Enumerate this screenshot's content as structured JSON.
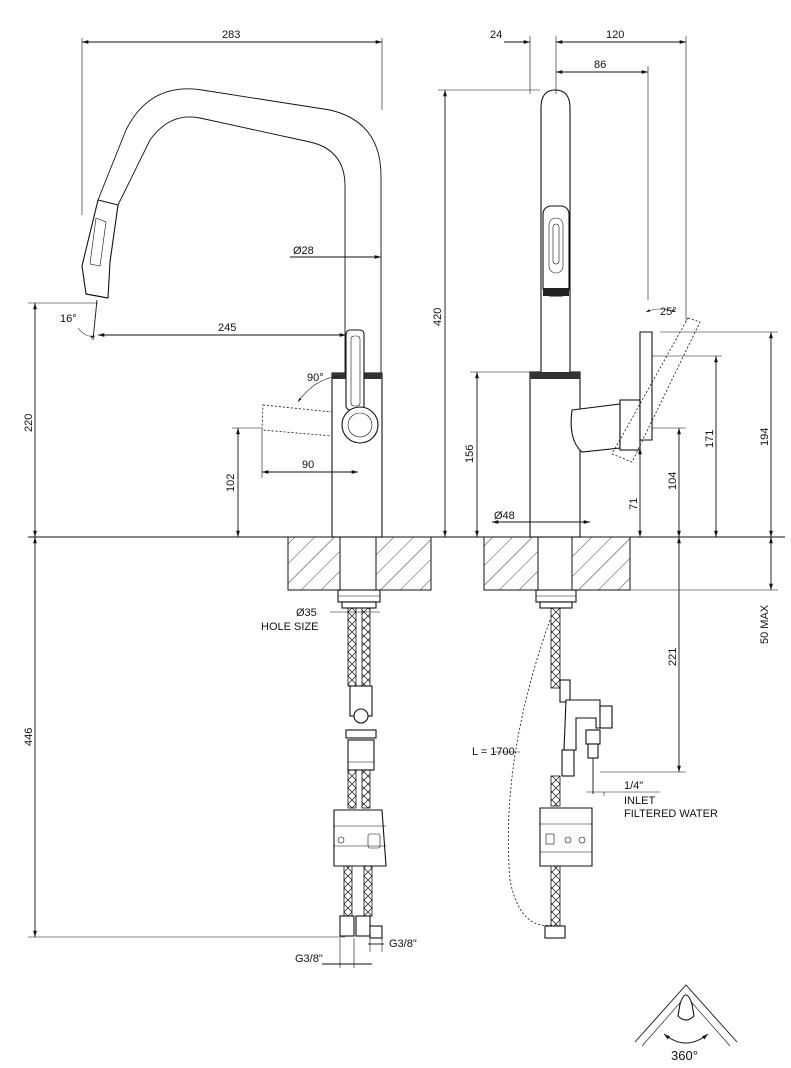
{
  "dimensions": {
    "top_width": "283",
    "left_offset": "24",
    "side_width": "120",
    "side_handle": "86",
    "spout_diameter": "Ø28",
    "spray_angle": "16°",
    "reach": "245",
    "height_220": "220",
    "handle_angle": "90°",
    "handle_travel": "90",
    "height_102": "102",
    "total_height": "420",
    "height_156": "156",
    "body_diameter": "Ø48",
    "lever_angle": "25°",
    "height_171": "171",
    "height_194": "194",
    "height_104": "104",
    "height_71": "71",
    "hole_diameter": "Ø35",
    "hole_size_label": "HOLE SIZE",
    "below_height": "446",
    "deck_max": "50 MAX",
    "height_221": "221",
    "hose_length": "L = 1700",
    "inlet_size": "1/4\"",
    "inlet_label": "INLET",
    "filtered_label": "FILTERED WATER",
    "thread_right": "G3/8\"",
    "thread_left": "G3/8\"",
    "rotation": "360°"
  }
}
